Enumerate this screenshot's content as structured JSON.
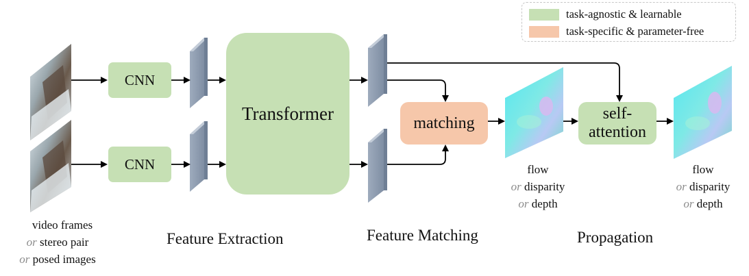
{
  "legend": {
    "items": [
      {
        "label": "task-agnostic & learnable",
        "color": "#c6e0b4"
      },
      {
        "label": "task-specific & parameter-free",
        "color": "#f6c7aa"
      }
    ]
  },
  "modules": {
    "cnn_top": "CNN",
    "cnn_bottom": "CNN",
    "transformer": "Transformer",
    "matching": "matching",
    "self_attention_line1": "self-",
    "self_attention_line2": "attention"
  },
  "input_label": {
    "line1": "video frames",
    "or": "or",
    "line2": "stereo pair",
    "line3": "posed images"
  },
  "output_label": {
    "line1": "flow",
    "or": "or",
    "line2": "disparity",
    "line3": "depth"
  },
  "stages": {
    "feature_extraction": "Feature Extraction",
    "feature_matching": "Feature Matching",
    "propagation": "Propagation"
  },
  "colors": {
    "learnable": "#c6e0b4",
    "parameter_free": "#f6c7aa",
    "feature_map": "#8b9bb0"
  }
}
